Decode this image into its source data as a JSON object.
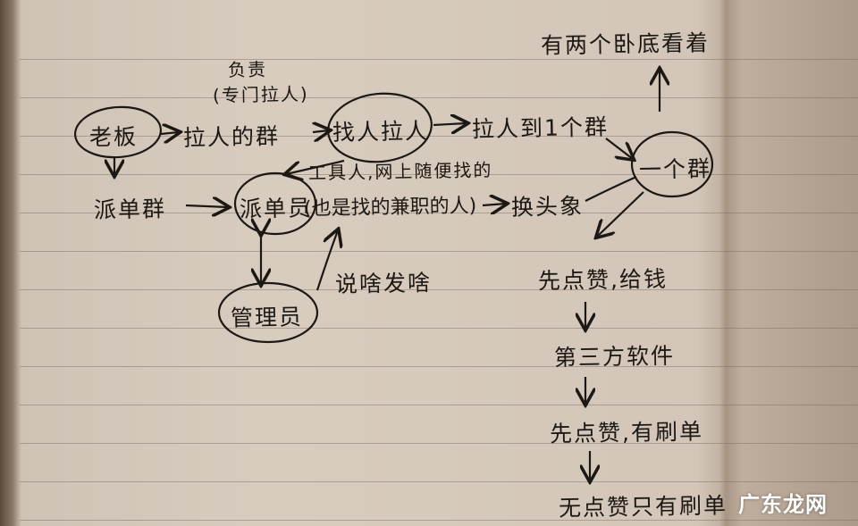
{
  "nodes": {
    "two_spies": "有两个卧底看着",
    "responsible": "负责",
    "responsible_note": "(专门拉人)",
    "boss": "老板",
    "recruit_group": "拉人的群",
    "find_recruiters": "找人拉人",
    "pull_to_group": "拉人到1个群",
    "one_group": "一个群",
    "tool_people": "工具人,网上随便找的",
    "dispatch_group": "派单群",
    "dispatcher": "派单员",
    "dispatcher_note": "(也是找的兼职的人)",
    "change_avatar": "换头象",
    "admin": "管理员",
    "say_post": "说啥发啥",
    "step1": "先点赞,给钱",
    "step2": "第三方软件",
    "step3": "先点赞,有刷单",
    "step4": "无点赞只有刷单"
  },
  "watermark": "广东龙网",
  "colors": {
    "ink": "#1c1814",
    "paper": "#d8ccbf",
    "watermark": "#ffffff"
  }
}
